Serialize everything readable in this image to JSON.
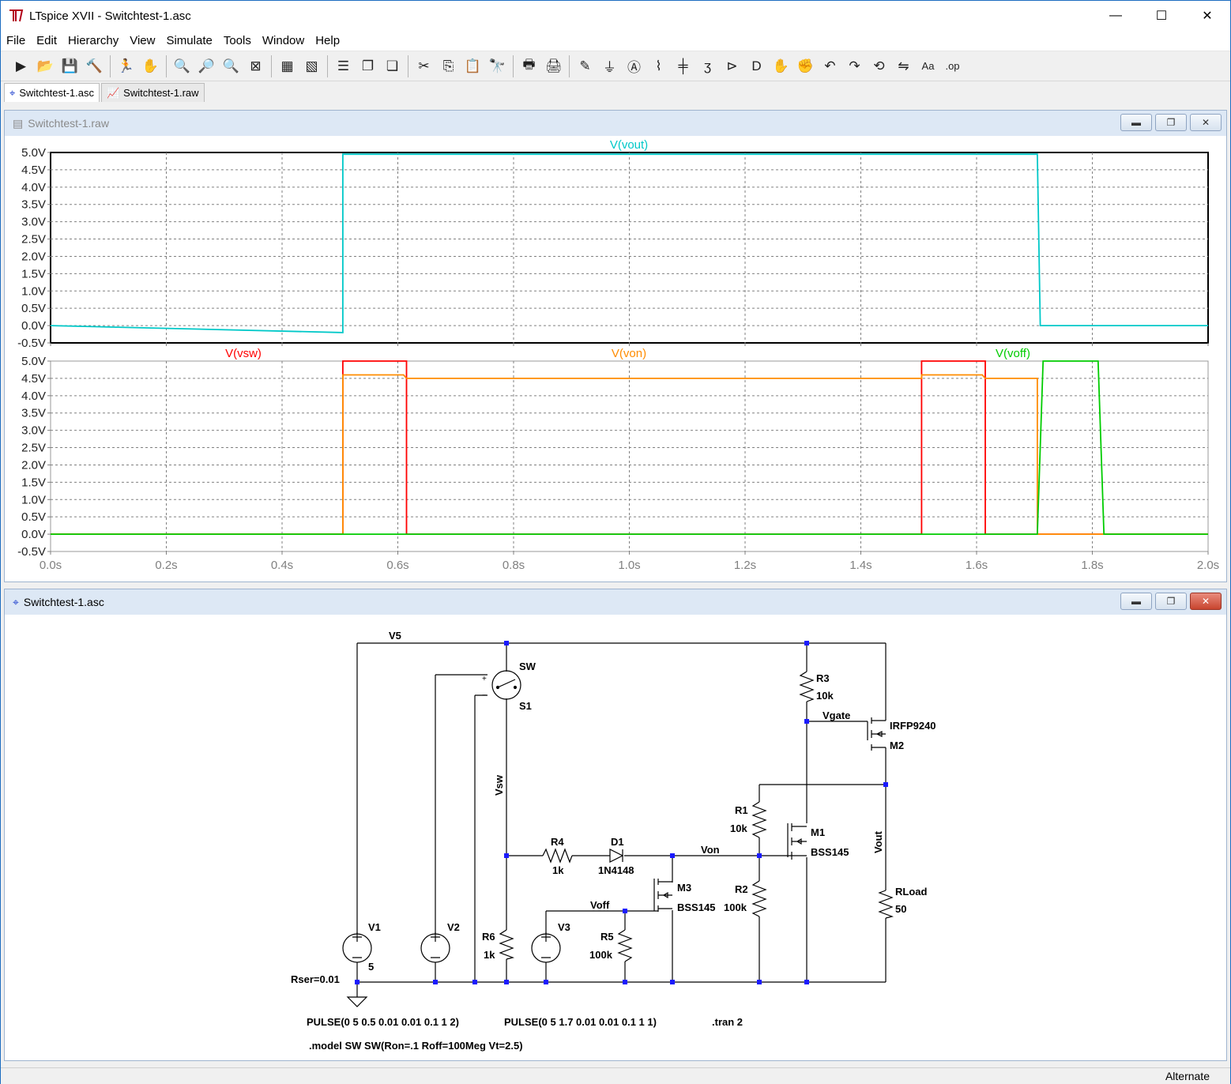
{
  "app": {
    "title": "LTspice XVII - Switchtest-1.asc",
    "window_buttons": {
      "minimize": "—",
      "maximize": "☐",
      "close": "✕"
    }
  },
  "menu": [
    "File",
    "Edit",
    "Hierarchy",
    "View",
    "Simulate",
    "Tools",
    "Window",
    "Help"
  ],
  "toolbar": {
    "buttons": [
      {
        "name": "run-icon",
        "glyph": "▶"
      },
      {
        "name": "open-icon",
        "glyph": "📂"
      },
      {
        "name": "save-icon",
        "glyph": "💾"
      },
      {
        "name": "control-panel-icon",
        "glyph": "🔨"
      },
      {
        "name": "halt-icon",
        "glyph": "🏃"
      },
      {
        "name": "pan-icon",
        "glyph": "✋"
      },
      {
        "name": "zoom-in-icon",
        "glyph": "🔍"
      },
      {
        "name": "zoom-area-icon",
        "glyph": "🔎"
      },
      {
        "name": "zoom-out-icon",
        "glyph": "🔍"
      },
      {
        "name": "zoom-fit-icon",
        "glyph": "⊠"
      },
      {
        "name": "autorange-icon",
        "glyph": "▦"
      },
      {
        "name": "fft-icon",
        "glyph": "▧"
      },
      {
        "name": "tile-horizontal-icon",
        "glyph": "☰"
      },
      {
        "name": "cascade-icon",
        "glyph": "❐"
      },
      {
        "name": "tile-vertical-icon",
        "glyph": "❏"
      },
      {
        "name": "cut-icon",
        "glyph": "✂"
      },
      {
        "name": "copy-icon",
        "glyph": "⎘"
      },
      {
        "name": "paste-icon",
        "glyph": "📋"
      },
      {
        "name": "find-icon",
        "glyph": "🔭"
      },
      {
        "name": "print-preview-icon",
        "glyph": "🖶"
      },
      {
        "name": "print-icon",
        "glyph": "🖨"
      },
      {
        "name": "draw-wire-icon",
        "glyph": "✎"
      },
      {
        "name": "ground-icon",
        "glyph": "⏚"
      },
      {
        "name": "label-net-icon",
        "glyph": "Ⓐ"
      },
      {
        "name": "resistor-icon",
        "glyph": "⌇"
      },
      {
        "name": "capacitor-icon",
        "glyph": "╪"
      },
      {
        "name": "inductor-icon",
        "glyph": "ʒ"
      },
      {
        "name": "diode-icon",
        "glyph": "⊳"
      },
      {
        "name": "component-icon",
        "glyph": "D"
      },
      {
        "name": "move-icon",
        "glyph": "✋"
      },
      {
        "name": "drag-icon",
        "glyph": "✊"
      },
      {
        "name": "undo-icon",
        "glyph": "↶"
      },
      {
        "name": "redo-icon",
        "glyph": "↷"
      },
      {
        "name": "rotate-icon",
        "glyph": "⟲"
      },
      {
        "name": "mirror-icon",
        "glyph": "⇋"
      },
      {
        "name": "text-icon",
        "glyph": "Aa"
      },
      {
        "name": "spice-directive-icon",
        "glyph": ".op"
      }
    ],
    "separators_after": [
      3,
      5,
      9,
      11,
      14,
      18,
      20
    ]
  },
  "tabs": [
    {
      "label": "Switchtest-1.asc",
      "icon": "schematic-icon",
      "glyph": "⌖",
      "active": true
    },
    {
      "label": "Switchtest-1.raw",
      "icon": "waveform-icon",
      "glyph": "📈",
      "active": false
    }
  ],
  "waveform_window": {
    "title": "Switchtest-1.raw",
    "icon_glyph": "▤"
  },
  "schematic_window": {
    "title": "Switchtest-1.asc",
    "icon_glyph": "⌖"
  },
  "mdi_buttons": {
    "minimize": "▬",
    "restore": "❐",
    "close": "✕"
  },
  "chart_data": [
    {
      "type": "line",
      "x_ticks": [
        "0.0s",
        "0.2s",
        "0.4s",
        "0.6s",
        "0.8s",
        "1.0s",
        "1.2s",
        "1.4s",
        "1.6s",
        "1.8s",
        "2.0s"
      ],
      "xlim": [
        0,
        2
      ],
      "y_ticks": [
        "5.0V",
        "4.5V",
        "4.0V",
        "3.5V",
        "3.0V",
        "2.5V",
        "2.0V",
        "1.5V",
        "1.0V",
        "0.5V",
        "0.0V",
        "-0.5V"
      ],
      "ylim": [
        -0.5,
        5.0
      ],
      "grid": true,
      "series": [
        {
          "name": "V(vout)",
          "color": "#00c8c8",
          "x": [
            0,
            0.505,
            0.505,
            1.705,
            1.71,
            2.0
          ],
          "y": [
            0,
            -0.2,
            4.95,
            4.95,
            0,
            0
          ]
        }
      ]
    },
    {
      "type": "line",
      "x_ticks": [
        "0.0s",
        "0.2s",
        "0.4s",
        "0.6s",
        "0.8s",
        "1.0s",
        "1.2s",
        "1.4s",
        "1.6s",
        "1.8s",
        "2.0s"
      ],
      "xlim": [
        0,
        2
      ],
      "y_ticks": [
        "5.0V",
        "4.5V",
        "4.0V",
        "3.5V",
        "3.0V",
        "2.5V",
        "2.0V",
        "1.5V",
        "1.0V",
        "0.5V",
        "0.0V",
        "-0.5V"
      ],
      "ylim": [
        -0.5,
        5.0
      ],
      "grid": true,
      "series": [
        {
          "name": "V(vsw)",
          "color": "#ff0000",
          "x": [
            0,
            0.505,
            0.505,
            0.615,
            0.615,
            1.505,
            1.505,
            1.615,
            1.615,
            2.0
          ],
          "y": [
            0,
            0,
            5.0,
            5.0,
            0,
            0,
            5.0,
            5.0,
            0,
            0
          ]
        },
        {
          "name": "V(von)",
          "color": "#ff8c00",
          "x": [
            0,
            0.505,
            0.505,
            0.61,
            0.615,
            1.505,
            1.505,
            1.61,
            1.615,
            1.705,
            1.705,
            2.0
          ],
          "y": [
            0,
            0,
            4.6,
            4.6,
            4.5,
            4.5,
            4.6,
            4.6,
            4.5,
            4.5,
            0,
            0
          ]
        },
        {
          "name": "V(voff)",
          "color": "#00cc00",
          "x": [
            0,
            1.705,
            1.715,
            1.81,
            1.82,
            2.0
          ],
          "y": [
            0,
            0,
            5.0,
            5.0,
            0,
            0
          ]
        }
      ]
    }
  ],
  "schematic": {
    "labels": {
      "V5": "V5",
      "SW": "SW",
      "S1": "S1",
      "plus": "+",
      "minus": "−",
      "Vsw": "Vsw",
      "R3": "R3",
      "R3v": "10k",
      "Vgate": "Vgate",
      "M2": "M2",
      "M2v": "IRFP9240",
      "R1": "R1",
      "R1v": "10k",
      "M1": "M1",
      "M1v": "BSS145",
      "Vout": "Vout",
      "R4": "R4",
      "R4v": "1k",
      "D1": "D1",
      "D1v": "1N4148",
      "Von": "Von",
      "M3": "M3",
      "M3v": "BSS145",
      "Voff": "Voff",
      "R2": "R2",
      "R2v": "100k",
      "RLoad": "RLoad",
      "RLoadv": "50",
      "V1": "V1",
      "V1v": "5",
      "V2": "V2",
      "V3": "V3",
      "R5": "R5",
      "R5v": "100k",
      "R6": "R6",
      "R6v": "1k",
      "Rser": "Rser=0.01",
      "pulse1": "PULSE(0 5 0.5 0.01 0.01 0.1 1 2)",
      "pulse2": "PULSE(0 5 1.7 0.01 0.01 0.1 1 1)",
      "tran": ".tran 2",
      "model": ".model SW SW(Ron=.1 Roff=100Meg Vt=2.5)"
    }
  },
  "status": {
    "text": "Alternate"
  }
}
